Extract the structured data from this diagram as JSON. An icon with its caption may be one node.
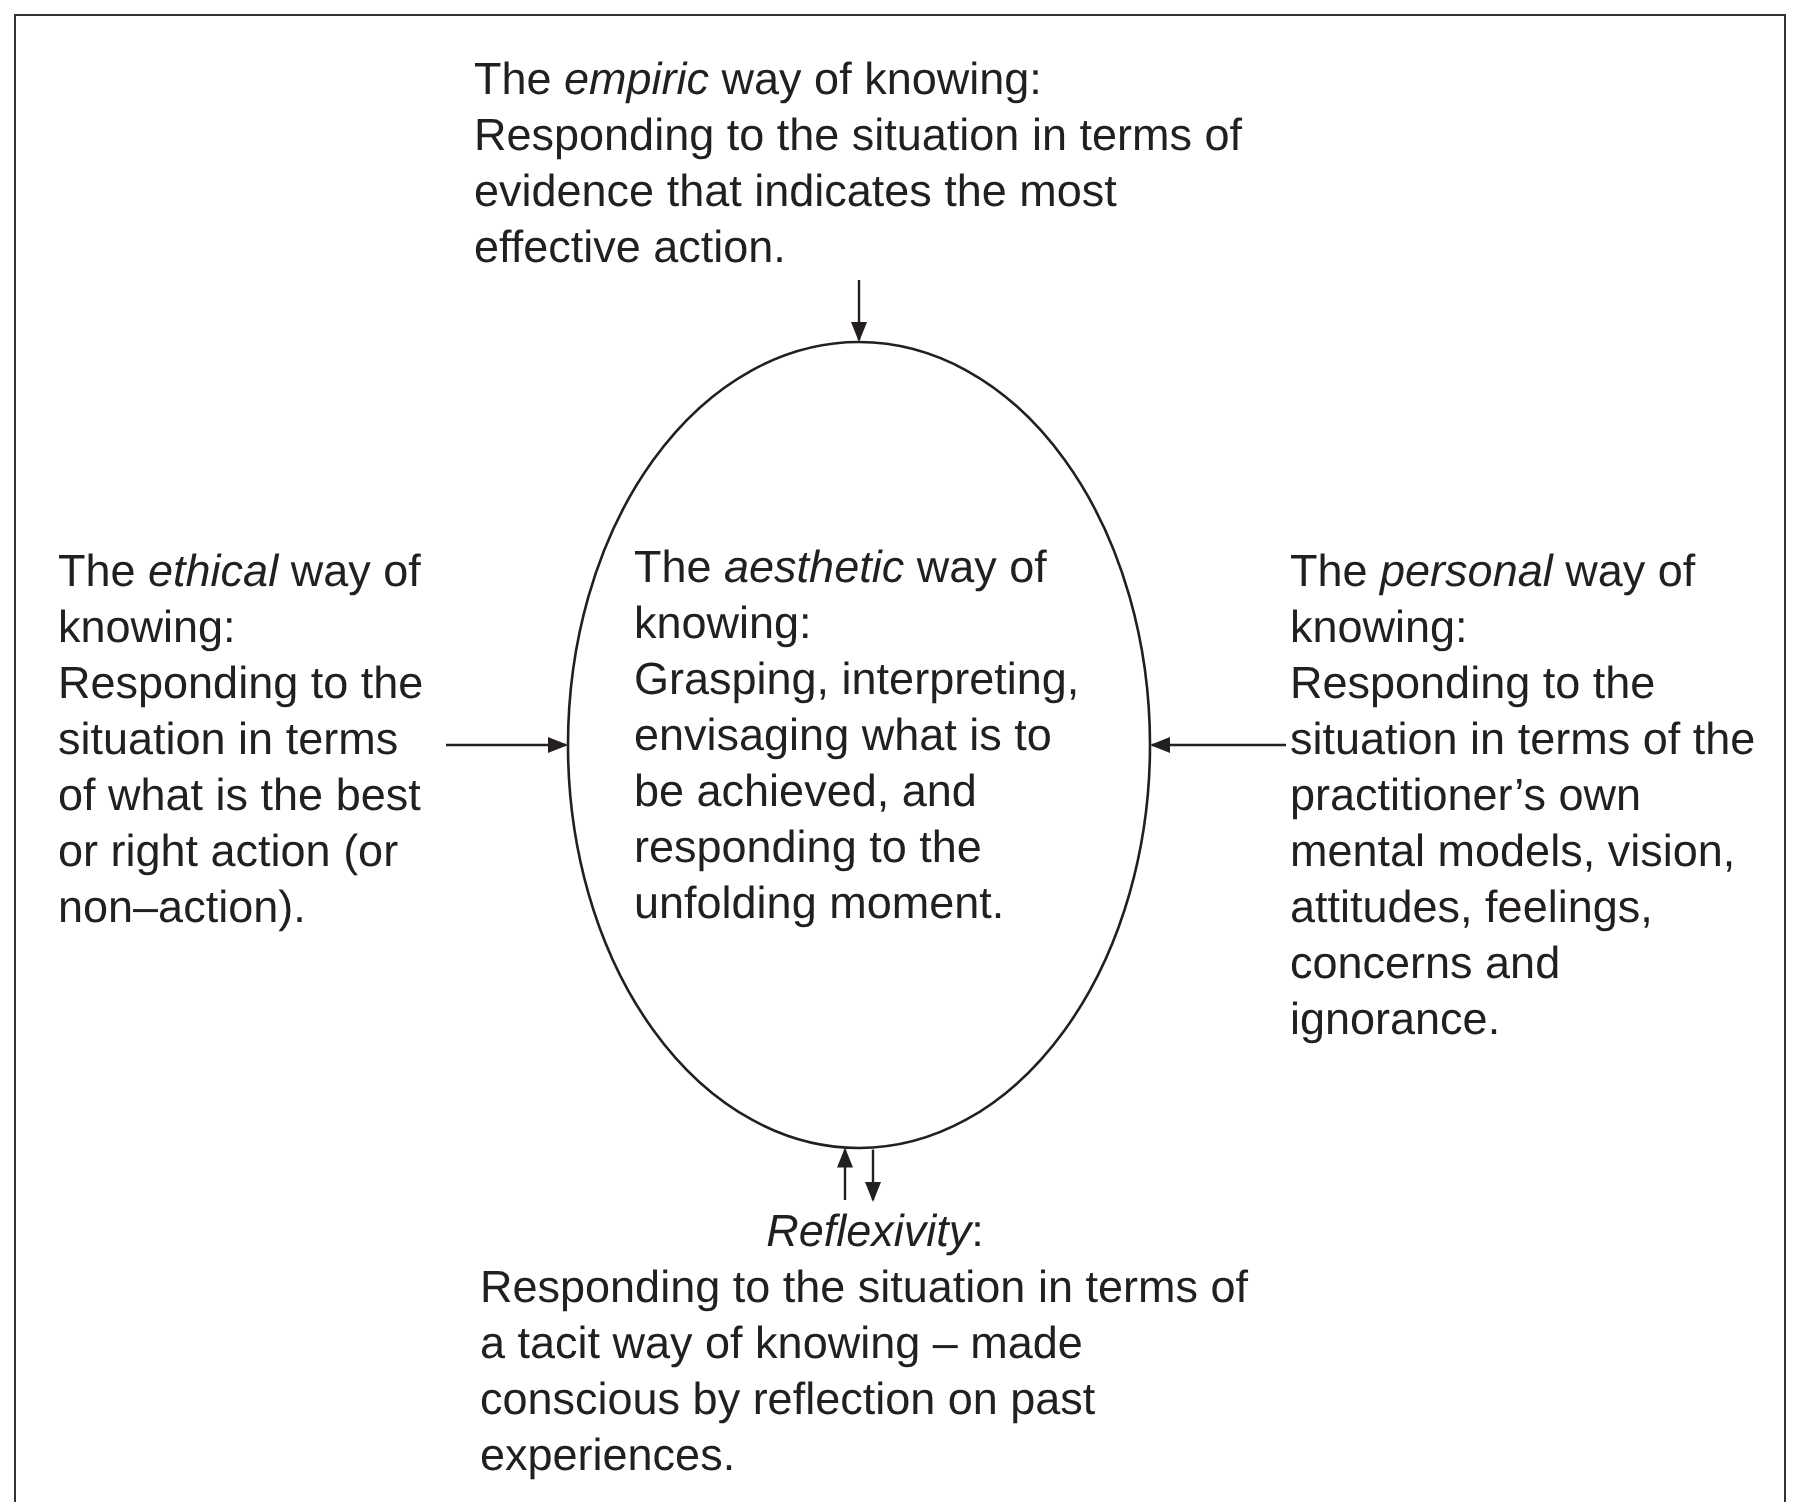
{
  "diagram": {
    "nodes": [
      {
        "text": [
          "The *aesthetic* way of knowing:",
          "Grasping, interpreting, envisaging what is to be achieved, and responding to the unfolding moment."
        ]
      },
      {
        "text": [
          "The *empiric* way of knowing:",
          "Responding to the situation in terms of evidence that indicates the most effective action."
        ]
      },
      {
        "text": [
          "The *ethical* way of knowing:",
          "Responding to the situation in terms of what is the best or right action (or non–action)."
        ]
      },
      {
        "text": [
          "The *personal* way of knowing:",
          "Responding to the situation in terms of the practitioner’s own mental models, vision, attitudes, feelings, concerns and ignorance."
        ]
      },
      {
        "text": [
          "*Reflexivity*:",
          "Responding to the situation in terms of a tacit way of knowing – made conscious by reflection on past experiences."
        ]
      }
    ],
    "edges": [
      {
        "from": 1,
        "to": 0,
        "arrow": "to"
      },
      {
        "from": 2,
        "to": 0,
        "arrow": "to"
      },
      {
        "from": 3,
        "to": 0,
        "arrow": "to"
      },
      {
        "from": 4,
        "to": 0,
        "arrow": "to"
      },
      {
        "from": 0,
        "to": 4,
        "arrow": "to"
      }
    ]
  }
}
